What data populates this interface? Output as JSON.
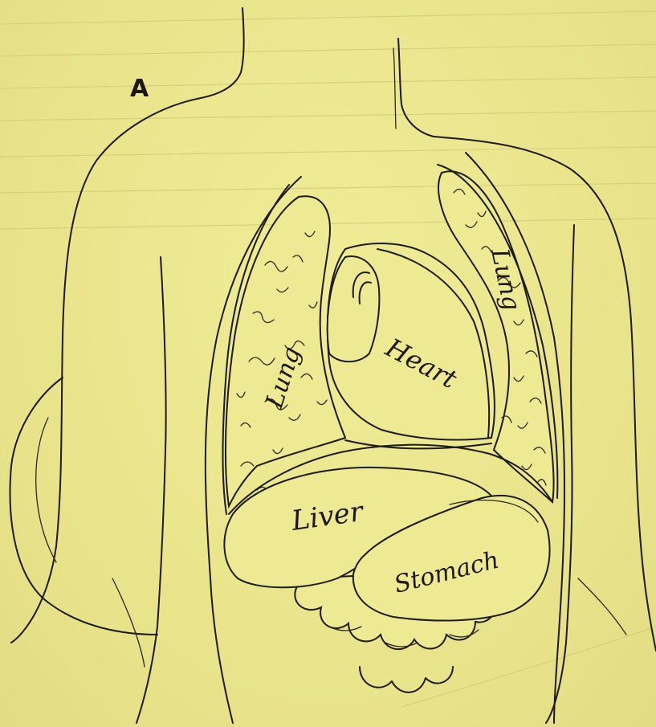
{
  "figure": {
    "letter": "A",
    "background_color": "#ece98f",
    "ink_color": "#1c1a12"
  },
  "organs": {
    "lung_left": "Lung",
    "lung_right": "Lung",
    "heart": "Heart",
    "liver": "Liver",
    "stomach": "Stomach"
  }
}
